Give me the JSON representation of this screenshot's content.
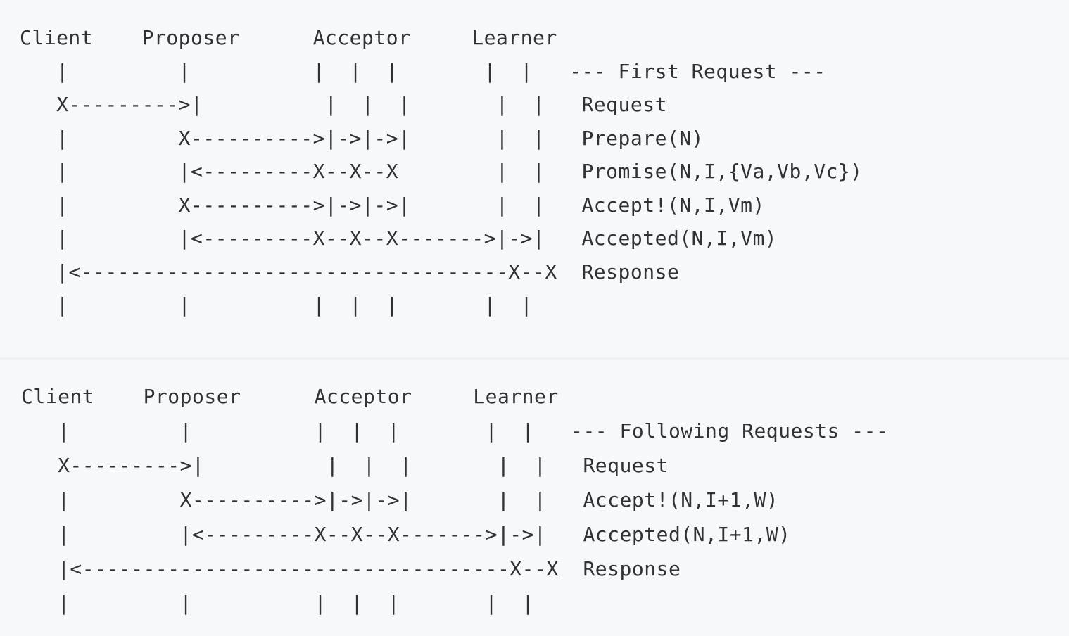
{
  "meta": {
    "diagram_title": "Paxos protocol message flow (ASCII sequence diagram)",
    "background_color": "#f6f8fa",
    "text_color": "#2f3337",
    "divider_color": "#eef1f5"
  },
  "roles": {
    "client": "Client",
    "proposer": "Proposer",
    "acceptor": "Acceptor",
    "learner": "Learner"
  },
  "blocks": [
    {
      "id": "first-request",
      "section_label": "--- First Request ---",
      "header_line": "Client    Proposer      Acceptor     Learner",
      "messages": [
        "Request",
        "Prepare(N)",
        "Promise(N,I,{Va,Vb,Vc})",
        "Accept!(N,I,Vm)",
        "Accepted(N,I,Vm)",
        "Response"
      ],
      "ascii": "Client    Proposer      Acceptor     Learner\n   |         |          |  |  |       |  |   --- First Request ---\n   X--------->|          |  |  |       |  |   Request\n   |         X---------->|->|->|       |  |   Prepare(N)\n   |         |<---------X--X--X        |  |   Promise(N,I,{Va,Vb,Vc})\n   |         X---------->|->|->|       |  |   Accept!(N,I,Vm)\n   |         |<---------X--X--X------->|->|   Accepted(N,I,Vm)\n   |<-----------------------------------X--X  Response\n   |         |          |  |  |       |  |"
    },
    {
      "id": "following-requests",
      "section_label": "--- Following Requests ---",
      "header_line": "Client    Proposer      Acceptor     Learner",
      "messages": [
        "Request",
        "Accept!(N,I+1,W)",
        "Accepted(N,I+1,W)",
        "Response"
      ],
      "ascii": "Client    Proposer      Acceptor     Learner\n   |         |          |  |  |       |  |   --- Following Requests ---\n   X--------->|          |  |  |       |  |   Request\n   |         X---------->|->|->|       |  |   Accept!(N,I+1,W)\n   |         |<---------X--X--X------->|->|   Accepted(N,I+1,W)\n   |<-----------------------------------X--X  Response\n   |         |          |  |  |       |  |"
    }
  ],
  "glyphs": {
    "lifeline": "|",
    "actor_marker": "X",
    "arrow_right": "->",
    "arrow_left": "<-",
    "dash": "-"
  }
}
